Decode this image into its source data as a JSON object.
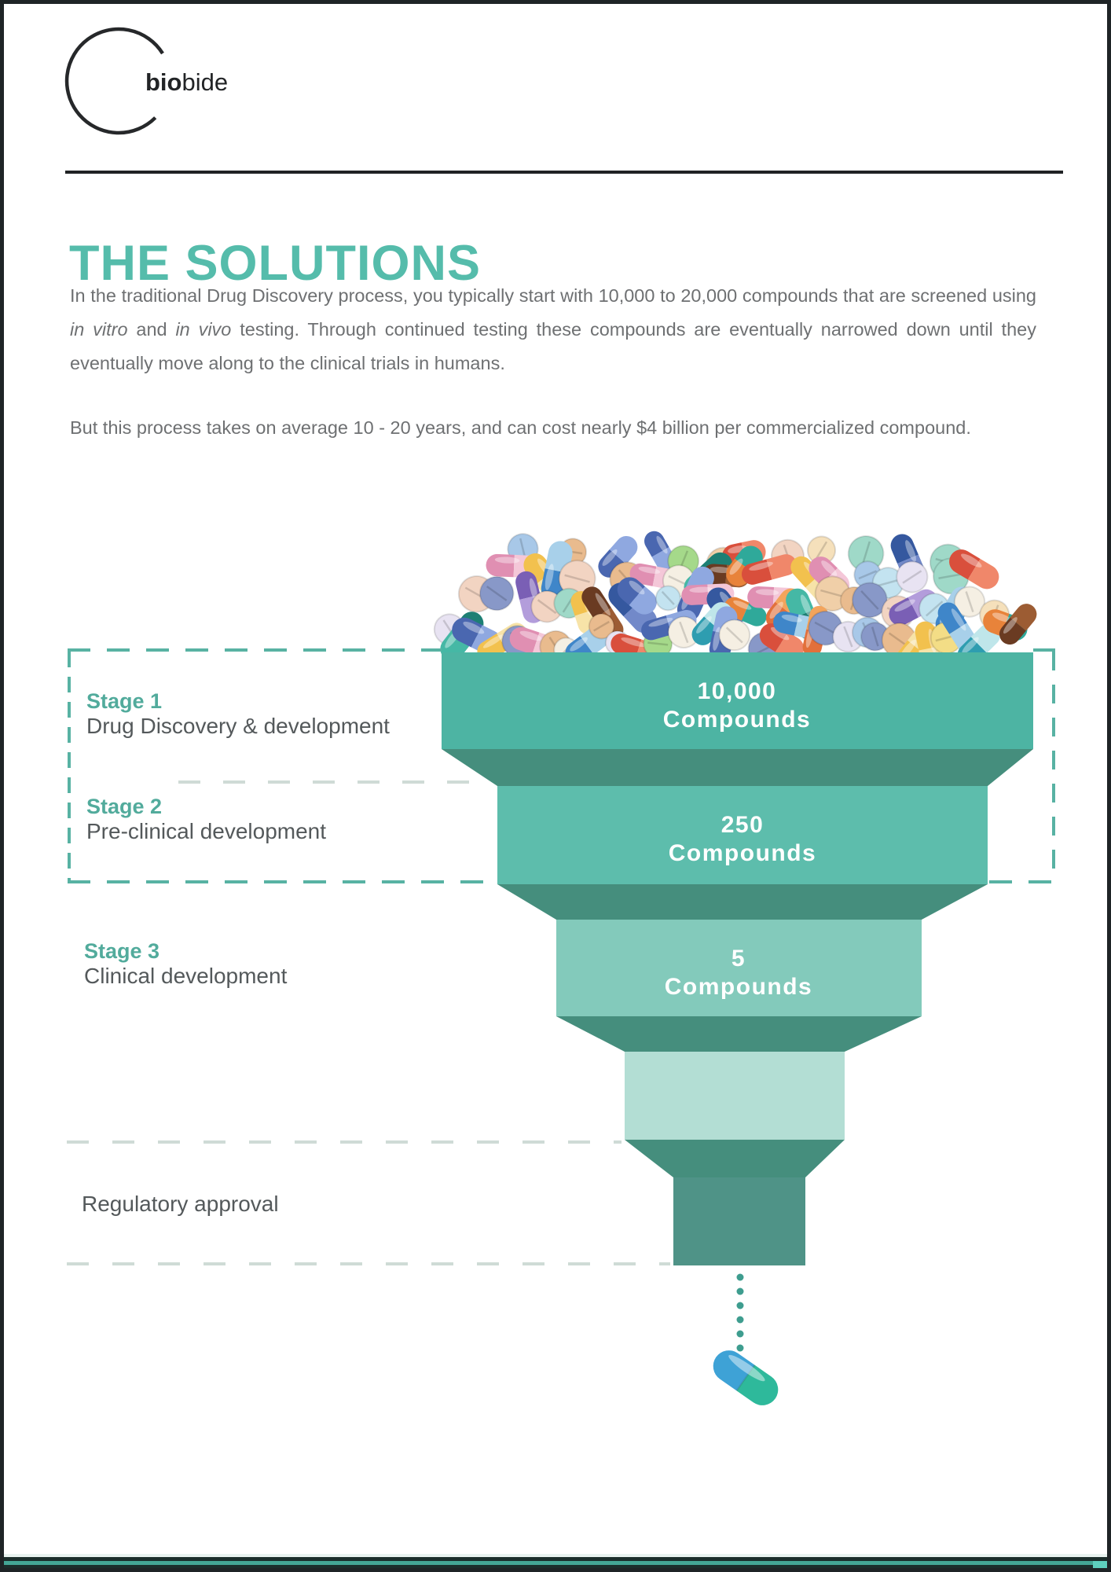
{
  "logo": {
    "brand_bold": "bio",
    "brand_regular": "bide"
  },
  "title": {
    "text": "THE SOLUTIONS",
    "color": "#55bcab"
  },
  "intro": {
    "p1_start": "In the traditional Drug Discovery process, you typically start with 10,000 to 20,000 compounds that are screened using ",
    "p1_em1": "in vitro",
    "p1_mid": " and ",
    "p1_em2": "in vivo",
    "p1_end": " testing. Through continued testing these compounds are eventually narrowed down until they eventually move along to the clinical trials in humans.",
    "p2": "But this process takes on average 10 - 20 years, and can cost nearly $4 billion per commercialized compound."
  },
  "stages": [
    {
      "name": "Stage 1",
      "description": "Drug Discovery & development"
    },
    {
      "name": "Stage 2",
      "description": "Pre-clinical development"
    },
    {
      "name": "Stage 3",
      "description": "Clinical development"
    },
    {
      "name": "",
      "description": "Regulatory approval"
    }
  ],
  "funnel": {
    "type": "funnel",
    "tiers": [
      {
        "count": "10,000",
        "label": "Compounds",
        "color": "#4db4a3"
      },
      {
        "count": "250",
        "label": "Compounds",
        "color": "#5dbdac"
      },
      {
        "count": "5",
        "label": "Compounds",
        "color": "#83cabb"
      },
      {
        "count": "",
        "label": "",
        "color": "#b3ded4"
      }
    ],
    "shadow_color": "#458e7d",
    "stem_color": "#4f9387",
    "text_color": "#ffffff",
    "dashed_box_color": "#58b2a3",
    "divider_color": "#cfdbd6",
    "drip_dot_color": "#3e9d8f"
  },
  "pills": {
    "capsule_colors": [
      [
        "#e2703b",
        "#f3a45c"
      ],
      [
        "#2e9db0",
        "#bfe6ea"
      ],
      [
        "#45b8a5",
        "#1d7f74"
      ],
      [
        "#4a67b0",
        "#8fa8e0"
      ],
      [
        "#d94f3c",
        "#f0876a"
      ],
      [
        "#6a3b22",
        "#9c5c33"
      ],
      [
        "#f2c14e",
        "#f7e3a8"
      ],
      [
        "#3f86c9",
        "#a8d0ea"
      ],
      [
        "#7a5fb5",
        "#b39ddb"
      ],
      [
        "#e08fb2",
        "#f4c7d8"
      ],
      [
        "#35589f",
        "#7289c9"
      ],
      [
        "#e8833a",
        "#2fa99a"
      ]
    ],
    "tablet_colors": [
      "#f0cfa8",
      "#e9bb8e",
      "#f5e0bb",
      "#f2d4c2",
      "#a8c8e8",
      "#c3e3f0",
      "#9fd9c8",
      "#a5d98a",
      "#f5efe3",
      "#8898c8",
      "#f3dd86",
      "#e8e3f2"
    ],
    "final_pill": {
      "left_color": "#3ea2d6",
      "right_color": "#2eb99b"
    }
  },
  "footer": {
    "bar_color": "#1c2e2b",
    "stripe_color": "#44a695",
    "corner_color": "#5ecfbd"
  }
}
